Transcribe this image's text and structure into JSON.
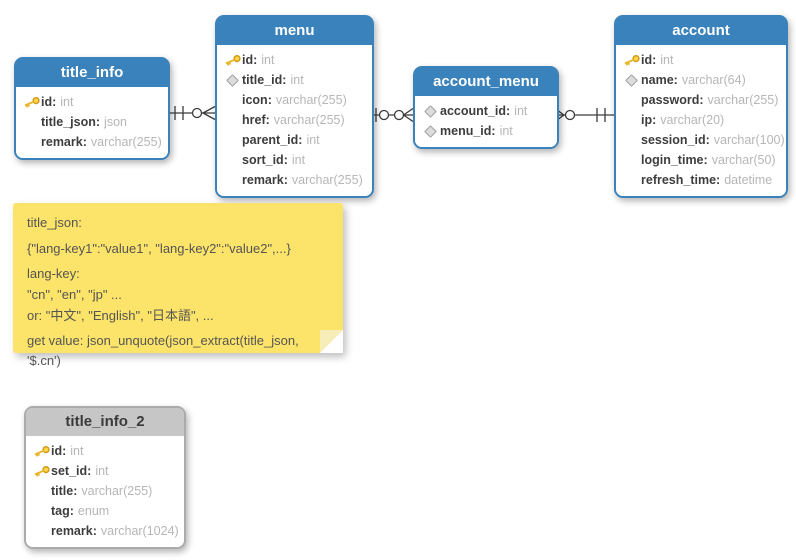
{
  "diagram": {
    "separator": ":",
    "tables": [
      {
        "name": "title_info",
        "fields": [
          {
            "icon": "key",
            "name": "id",
            "type": "int"
          },
          {
            "icon": "none",
            "name": "title_json",
            "type": "json"
          },
          {
            "icon": "none",
            "name": "remark",
            "type": "varchar(255)"
          }
        ]
      },
      {
        "name": "menu",
        "fields": [
          {
            "icon": "key",
            "name": "id",
            "type": "int"
          },
          {
            "icon": "diamond",
            "name": "title_id",
            "type": "int"
          },
          {
            "icon": "none",
            "name": "icon",
            "type": "varchar(255)"
          },
          {
            "icon": "none",
            "name": "href",
            "type": "varchar(255)"
          },
          {
            "icon": "none",
            "name": "parent_id",
            "type": "int"
          },
          {
            "icon": "none",
            "name": "sort_id",
            "type": "int"
          },
          {
            "icon": "none",
            "name": "remark",
            "type": "varchar(255)"
          }
        ]
      },
      {
        "name": "account_menu",
        "fields": [
          {
            "icon": "diamond",
            "name": "account_id",
            "type": "int"
          },
          {
            "icon": "diamond",
            "name": "menu_id",
            "type": "int"
          }
        ]
      },
      {
        "name": "account",
        "fields": [
          {
            "icon": "key",
            "name": "id",
            "type": "int"
          },
          {
            "icon": "diamond",
            "name": "name",
            "type": "varchar(64)"
          },
          {
            "icon": "none",
            "name": "password",
            "type": "varchar(255)"
          },
          {
            "icon": "none",
            "name": "ip",
            "type": "varchar(20)"
          },
          {
            "icon": "none",
            "name": "session_id",
            "type": "varchar(100)"
          },
          {
            "icon": "none",
            "name": "login_time",
            "type": "varchar(50)"
          },
          {
            "icon": "none",
            "name": "refresh_time",
            "type": "datetime"
          }
        ]
      },
      {
        "name": "title_info_2",
        "fields": [
          {
            "icon": "key",
            "name": "id",
            "type": "int"
          },
          {
            "icon": "key",
            "name": "set_id",
            "type": "int"
          },
          {
            "icon": "none",
            "name": "title",
            "type": "varchar(255)"
          },
          {
            "icon": "none",
            "name": "tag",
            "type": "enum"
          },
          {
            "icon": "none",
            "name": "remark",
            "type": "varchar(1024)"
          }
        ]
      }
    ],
    "note": {
      "lines": [
        "title_json:",
        "{\"lang-key1\":\"value1\", \"lang-key2\":\"value2\",...}",
        "lang-key:",
        "\"cn\", \"en\", \"jp\" ...",
        "or: \"中文\", \"English\", \"日本語\", ...",
        "get value: json_unquote(json_extract(title_json, '$.cn')"
      ]
    },
    "connections": [
      {
        "from": "title_info",
        "to": "menu",
        "from_cardinality": "one-and-only-one",
        "to_cardinality": "zero-or-many"
      },
      {
        "from": "menu",
        "to": "account_menu",
        "from_cardinality": "zero-or-one",
        "to_cardinality": "zero-or-many"
      },
      {
        "from": "account_menu",
        "to": "account",
        "from_cardinality": "zero-or-many",
        "to_cardinality": "one-and-only-one"
      }
    ],
    "colors": {
      "table_header_blue": "#3A82BB",
      "table_header_gray": "#C6C6C6",
      "note_background": "#FCE369",
      "key_icon": "#F5C33B",
      "diamond_icon": "#DCDCDC",
      "connector": "#3C3C3C",
      "field_name": "#3D3D3D",
      "field_type": "#B6B6B6"
    }
  }
}
